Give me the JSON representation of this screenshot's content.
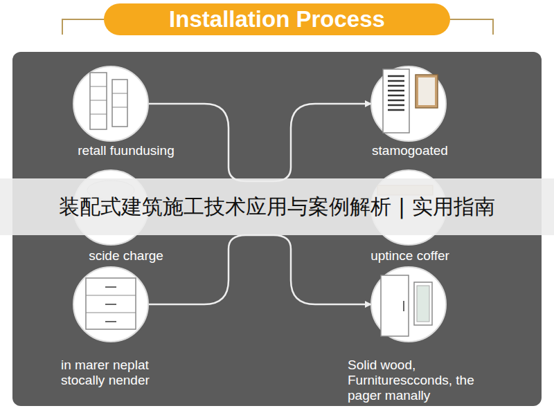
{
  "diagram": {
    "title": "Installation Process",
    "nodes": [
      {
        "text": [
          "retall fuundusing"
        ]
      },
      {
        "text": [
          "stamogoated"
        ]
      },
      {
        "text": [
          "scide charge"
        ]
      },
      {
        "text": [
          "uptince coffer"
        ]
      },
      {
        "text": [
          "in marer neplat stocally nender"
        ]
      },
      {
        "text": [
          "Solid wood, Furniturescconds, the pager manally"
        ]
      }
    ],
    "edges": [
      {
        "from": 0,
        "to": 1,
        "arrow": "to"
      },
      {
        "from": 4,
        "to": 5,
        "arrow": "to"
      }
    ],
    "labels": [
      "装配式建筑施工技术应用与案例解析 | 实用指南"
    ]
  }
}
